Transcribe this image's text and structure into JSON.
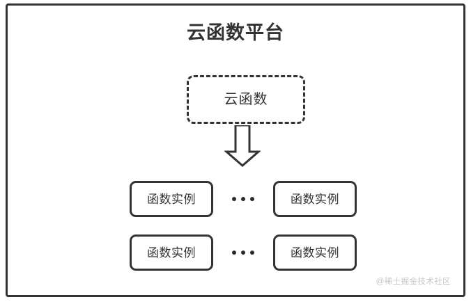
{
  "diagram": {
    "title": "云函数平台",
    "root_node": {
      "label": "云函数",
      "border_style": "dashed"
    },
    "arrow": {
      "name": "down-block-arrow",
      "direction": "down"
    },
    "rows": [
      {
        "left_box": {
          "label": "函数实例"
        },
        "separator": "•••",
        "right_box": {
          "label": "函数实例"
        }
      },
      {
        "left_box": {
          "label": "函数实例"
        },
        "separator": "•••",
        "right_box": {
          "label": "函数实例"
        }
      }
    ],
    "watermark": "@稀土掘金技术社区",
    "colors": {
      "stroke": "#333333",
      "text": "#333333",
      "background": "#ffffff",
      "watermark": "#c8c8c8"
    }
  }
}
